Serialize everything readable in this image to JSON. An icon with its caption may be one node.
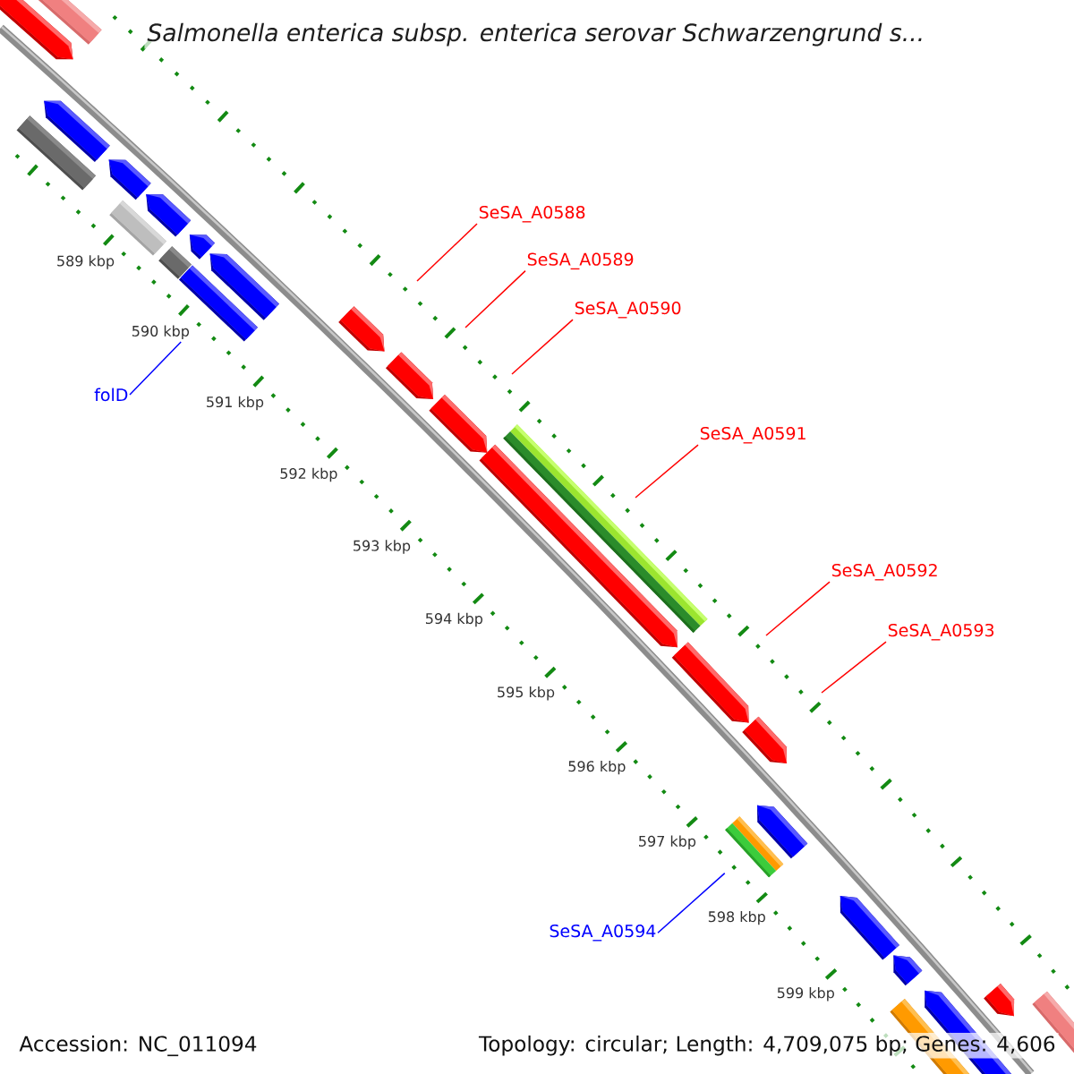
{
  "diagram": {
    "title": "Salmonella enterica subsp. enterica serovar Schwarzengrund s...",
    "nodes": [
      {
        "text": [],
        "shape": "arrow"
      },
      {
        "text": [],
        "shape": "bar"
      },
      {
        "text": [],
        "shape": "arrow"
      },
      {
        "text": [],
        "shape": "bar"
      },
      {
        "text": [],
        "shape": "arrow"
      },
      {
        "text": [],
        "shape": "arrow"
      },
      {
        "text": [],
        "shape": "bar"
      },
      {
        "text": [
          "SeSA_A0588"
        ]
      },
      {
        "text": [],
        "shape": "arrow"
      },
      {
        "text": [],
        "shape": "bar"
      },
      {
        "text": [],
        "shape": "arrow"
      },
      {
        "text": [
          "SeSA_A0589"
        ]
      },
      {
        "text": [],
        "shape": "bar"
      },
      {
        "text": [
          "SeSA_A0590"
        ]
      },
      {
        "text": [],
        "shape": "arrow"
      },
      {
        "text": [],
        "shape": "arrow"
      },
      {
        "text": [
          "folD"
        ]
      },
      {
        "text": [],
        "shape": "arrow"
      },
      {
        "text": [],
        "shape": "bar"
      },
      {
        "text": [
          "SeSA_A0591"
        ]
      },
      {
        "text": [],
        "shape": "arrow"
      },
      {
        "text": [
          "SeSA_A0592"
        ]
      },
      {
        "text": [
          "SeSA_A0593"
        ]
      },
      {
        "text": [],
        "shape": "arrow"
      },
      {
        "text": [],
        "shape": "arrow"
      },
      {
        "text": [],
        "shape": "arrow"
      },
      {
        "text": [],
        "shape": "bar"
      },
      {
        "text": [],
        "shape": "arrow"
      },
      {
        "text": [
          "SeSA_A0594"
        ]
      },
      {
        "text": [],
        "shape": "arrow"
      },
      {
        "text": [],
        "shape": "arrow"
      },
      {
        "text": [],
        "shape": "arrow"
      },
      {
        "text": [],
        "shape": "bar"
      },
      {
        "text": [],
        "shape": "bar"
      }
    ],
    "edges": [
      {
        "from": 7,
        "to": null,
        "arrow": "none"
      },
      {
        "from": 11,
        "to": null,
        "arrow": "none"
      },
      {
        "from": 13,
        "to": null,
        "arrow": "none"
      },
      {
        "from": 16,
        "to": 12,
        "arrow": "none",
        "color": "#0000ff"
      },
      {
        "from": 19,
        "to": null,
        "arrow": "none"
      },
      {
        "from": 21,
        "to": null,
        "arrow": "none"
      },
      {
        "from": 22,
        "to": null,
        "arrow": "none"
      },
      {
        "from": 28,
        "to": 26,
        "arrow": "none",
        "color": "#0000ff"
      }
    ],
    "labels": [
      "589 kbp",
      "590 kbp",
      "591 kbp",
      "592 kbp",
      "593 kbp",
      "594 kbp",
      "595 kbp",
      "596 kbp",
      "597 kbp",
      "598 kbp",
      "599 kbp",
      "Accession: NC_011094",
      "Topology: circular; Length: 4,709,075 bp; Genes: 4,606"
    ]
  }
}
